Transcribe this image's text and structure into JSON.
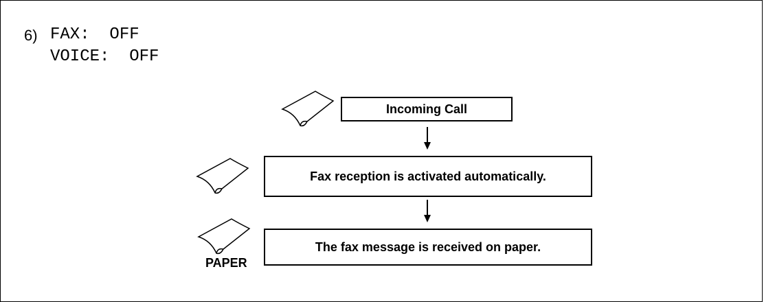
{
  "step": {
    "number": "6)",
    "fax_line": "FAX:  OFF",
    "voice_line": "VOICE:  OFF"
  },
  "flow": {
    "steps": [
      "Incoming Call",
      "Fax reception is activated automatically.",
      "The fax message is received on paper."
    ],
    "paper_label": "PAPER"
  }
}
